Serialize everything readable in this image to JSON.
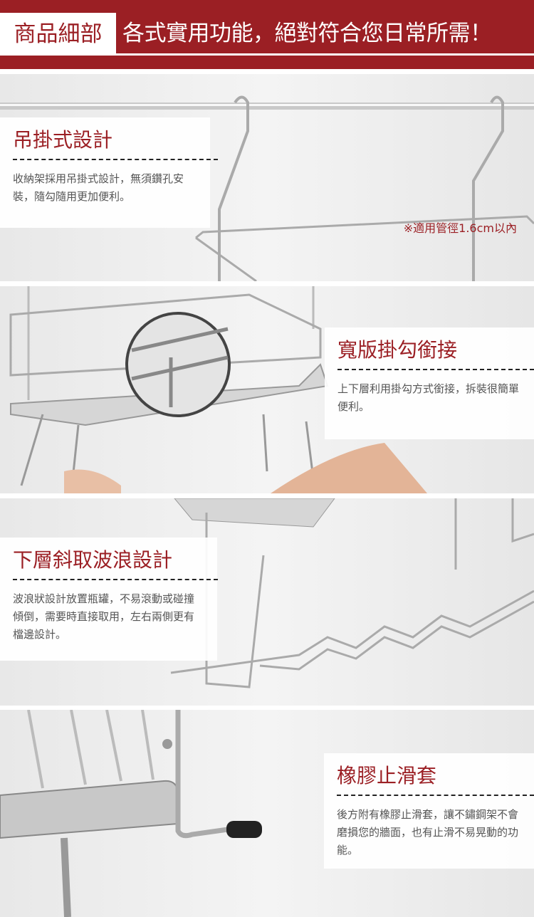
{
  "header": {
    "tag": "商品細部",
    "title": "各式實用功能，絕對符合您日常所需！"
  },
  "sections": [
    {
      "title": "吊掛式設計",
      "desc": "收納架採用吊掛式設計，無須鑽孔安裝，隨勾隨用更加便利。",
      "note": "※適用管徑1.6cm以內"
    },
    {
      "title": "寬版掛勾銜接",
      "desc": "上下層利用掛勾方式銜接，拆裝很簡單便利。"
    },
    {
      "title": "下層斜取波浪設計",
      "desc": "波浪狀設計放置瓶罐，不易滾動或碰撞傾倒，需要時直接取用，左右兩側更有檔邊設計。"
    },
    {
      "title": "橡膠止滑套",
      "desc": "後方附有橡膠止滑套，讓不鏽鋼架不會磨損您的牆面，也有止滑不易晃動的功能。"
    }
  ],
  "colors": {
    "brand": "#9b1f24"
  }
}
